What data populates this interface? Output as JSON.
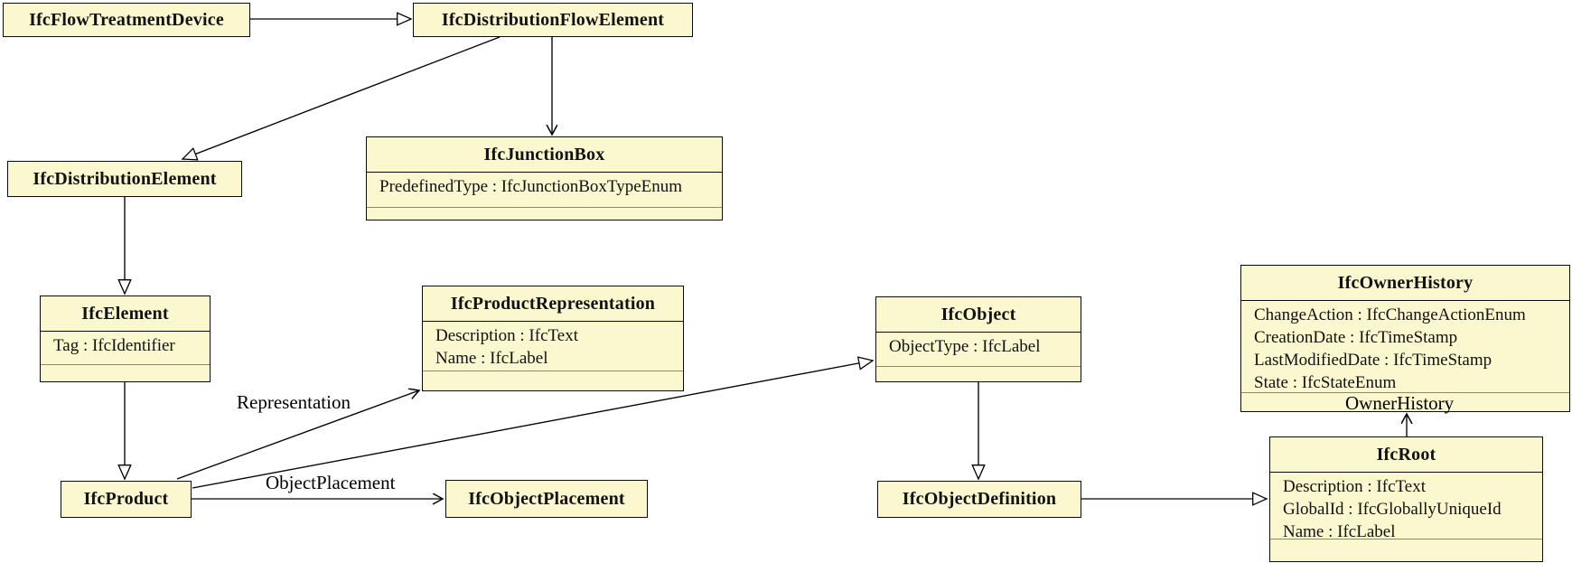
{
  "diagram": {
    "kind": "uml-class-diagram",
    "schema": "IFC",
    "colors": {
      "node_fill": "#FBF8D0",
      "node_border": "#0A0A0A",
      "compartment_separator": "#8B8B68",
      "background": "#FFFFFF",
      "edge": "#000000"
    }
  },
  "nodes": {
    "ifc_flow_treatment_device": {
      "title": "IfcFlowTreatmentDevice",
      "attributes": []
    },
    "ifc_distribution_flow_element": {
      "title": "IfcDistributionFlowElement",
      "attributes": []
    },
    "ifc_junction_box": {
      "title": "IfcJunctionBox",
      "attributes": [
        "PredefinedType : IfcJunctionBoxTypeEnum"
      ]
    },
    "ifc_distribution_element": {
      "title": "IfcDistributionElement",
      "attributes": []
    },
    "ifc_element": {
      "title": "IfcElement",
      "attributes": [
        "Tag : IfcIdentifier"
      ]
    },
    "ifc_product_representation": {
      "title": "IfcProductRepresentation",
      "attributes": [
        "Description : IfcText",
        "Name : IfcLabel"
      ]
    },
    "ifc_object": {
      "title": "IfcObject",
      "attributes": [
        "ObjectType : IfcLabel"
      ]
    },
    "ifc_owner_history": {
      "title": "IfcOwnerHistory",
      "attributes": [
        "ChangeAction : IfcChangeActionEnum",
        "CreationDate : IfcTimeStamp",
        "LastModifiedDate : IfcTimeStamp",
        "State : IfcStateEnum"
      ]
    },
    "ifc_product": {
      "title": "IfcProduct",
      "attributes": []
    },
    "ifc_object_placement": {
      "title": "IfcObjectPlacement",
      "attributes": []
    },
    "ifc_object_definition": {
      "title": "IfcObjectDefinition",
      "attributes": []
    },
    "ifc_root": {
      "title": "IfcRoot",
      "attributes": [
        "Description : IfcText",
        "GlobalId : IfcGloballyUniqueId",
        "Name : IfcLabel"
      ]
    }
  },
  "edge_labels": {
    "representation": "Representation",
    "object_placement": "ObjectPlacement",
    "owner_history": "OwnerHistory"
  },
  "edges": [
    {
      "from": "IfcFlowTreatmentDevice",
      "to": "IfcDistributionFlowElement",
      "type": "inheritance"
    },
    {
      "from": "IfcDistributionFlowElement",
      "to": "IfcDistributionElement",
      "type": "inheritance"
    },
    {
      "from": "IfcDistributionFlowElement",
      "to": "IfcJunctionBox",
      "type": "arrow"
    },
    {
      "from": "IfcDistributionElement",
      "to": "IfcElement",
      "type": "inheritance"
    },
    {
      "from": "IfcElement",
      "to": "IfcProduct",
      "type": "inheritance"
    },
    {
      "from": "IfcProduct",
      "to": "IfcProductRepresentation",
      "type": "association",
      "label": "Representation"
    },
    {
      "from": "IfcProduct",
      "to": "IfcObject",
      "type": "inheritance"
    },
    {
      "from": "IfcProduct",
      "to": "IfcObjectPlacement",
      "type": "association",
      "label": "ObjectPlacement"
    },
    {
      "from": "IfcObject",
      "to": "IfcObjectDefinition",
      "type": "inheritance"
    },
    {
      "from": "IfcObjectDefinition",
      "to": "IfcRoot",
      "type": "inheritance"
    },
    {
      "from": "IfcRoot",
      "to": "IfcOwnerHistory",
      "type": "association",
      "label": "OwnerHistory"
    }
  ]
}
